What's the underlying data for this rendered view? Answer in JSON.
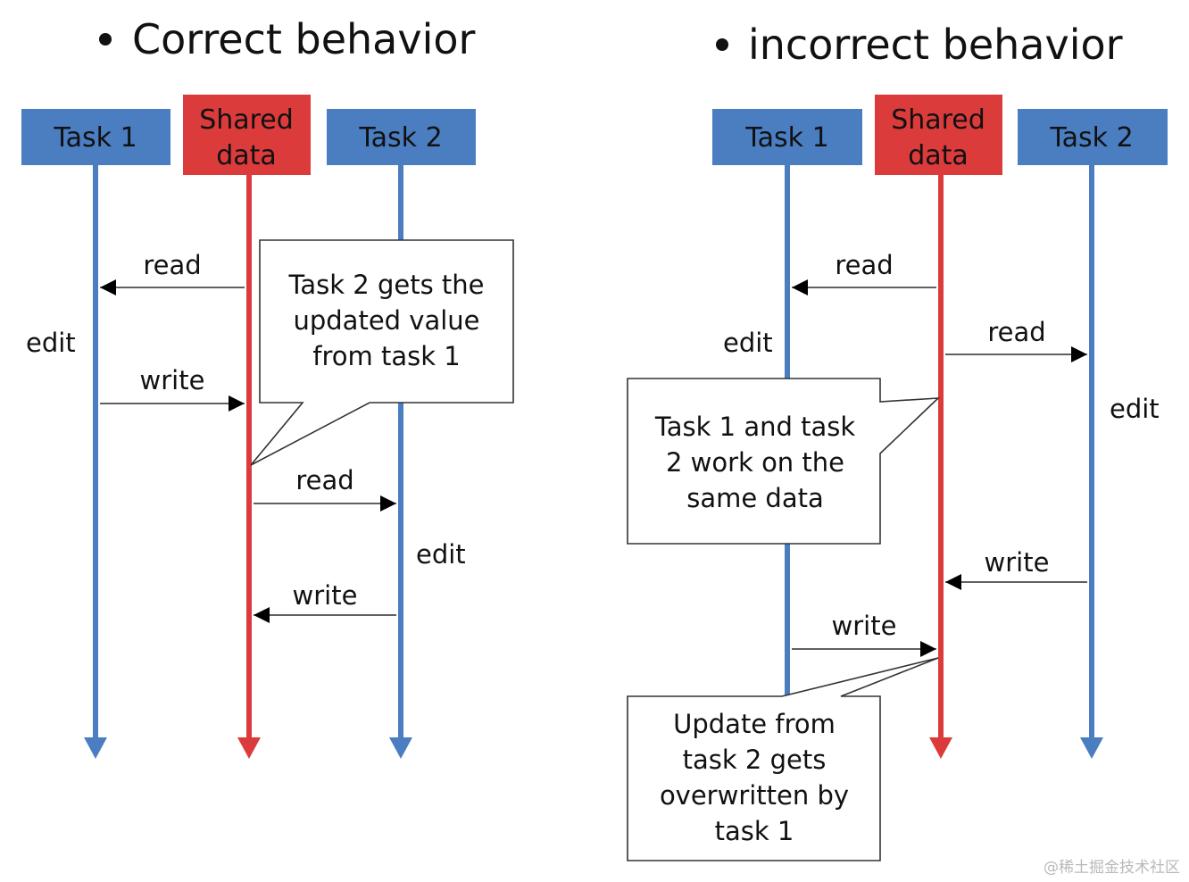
{
  "colors": {
    "task": "#4a7ec1",
    "shared": "#dc3b3b",
    "text": "#111111",
    "arrow": "#000000",
    "callout_border": "#333333"
  },
  "panels": {
    "left": {
      "title": "Correct behavior",
      "headers": {
        "task1": "Task 1",
        "shared_line1": "Shared",
        "shared_line2": "data",
        "task2": "Task 2"
      },
      "messages": {
        "read1": "read",
        "edit1": "edit",
        "write1": "write",
        "read2": "read",
        "edit2": "edit",
        "write2": "write"
      },
      "callout": [
        "Task 2 gets the",
        "updated value",
        "from task 1"
      ]
    },
    "right": {
      "title": "incorrect behavior",
      "headers": {
        "task1": "Task 1",
        "shared_line1": "Shared",
        "shared_line2": "data",
        "task2": "Task 2"
      },
      "messages": {
        "read1": "read",
        "edit1": "edit",
        "read2": "read",
        "edit2": "edit",
        "write2": "write",
        "write1": "write"
      },
      "callout_top": [
        "Task 1 and task",
        "2 work on the",
        "same data"
      ],
      "callout_bottom": [
        "Update from",
        "task 2 gets",
        "overwritten by",
        "task 1"
      ]
    }
  },
  "watermark": "@稀土掘金技术社区"
}
